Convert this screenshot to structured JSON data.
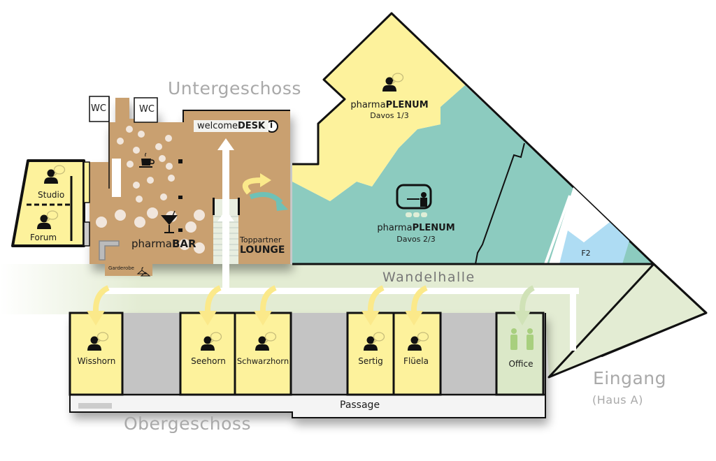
{
  "floors": {
    "lower": "Untergeschoss",
    "upper": "Obergeschoss"
  },
  "halls": {
    "wandelhalle": "Wandelhalle",
    "passage": "Passage",
    "entrance": "Eingang",
    "entrance_sub": "(Haus A)"
  },
  "rooms": {
    "wc_left": "WC",
    "wc_right": "WC",
    "welcome_desk_prefix": "welcome",
    "welcome_desk_bold": "DESK",
    "info_icon": "i",
    "bar_prefix": "pharma",
    "bar_bold": "BAR",
    "lounge_top": "Toppartner",
    "lounge_bold": "LOUNGE",
    "studio": "Studio",
    "forum": "Forum",
    "garderobe": "Garderobe",
    "plenum1_prefix": "pharma",
    "plenum1_bold": "PLENUM",
    "plenum1_sub": "Davos 1/3",
    "plenum2_prefix": "pharma",
    "plenum2_bold": "PLENUM",
    "plenum2_sub": "Davos 2/3",
    "f2": "F2",
    "wisshorn": "Wisshorn",
    "seehorn": "Seehorn",
    "schwarzhorn": "Schwarzhorn",
    "sertig": "Sertig",
    "flueela": "Flüela",
    "office": "Office"
  },
  "colors": {
    "yellow_room": "#fdf29c",
    "teal_room": "#8ccbbf",
    "tan_floor": "#c9a06f",
    "hall_green": "#e3ecd3",
    "blue_room": "#aedcf3",
    "grey_room": "#c4c4c4",
    "office_green": "#dbe8c8",
    "arrow_yellow": "#fbe98a",
    "arrow_teal": "#6fc1b6",
    "wall": "#111111"
  },
  "icons": {
    "meeting": "person-speech-bubble-icon",
    "presentation": "presenter-screen-icon",
    "coffee": "coffee-cup-icon",
    "cocktail": "cocktail-glass-icon",
    "hanger": "coat-hanger-icon",
    "info": "info-circle-icon",
    "office": "two-people-icon"
  }
}
